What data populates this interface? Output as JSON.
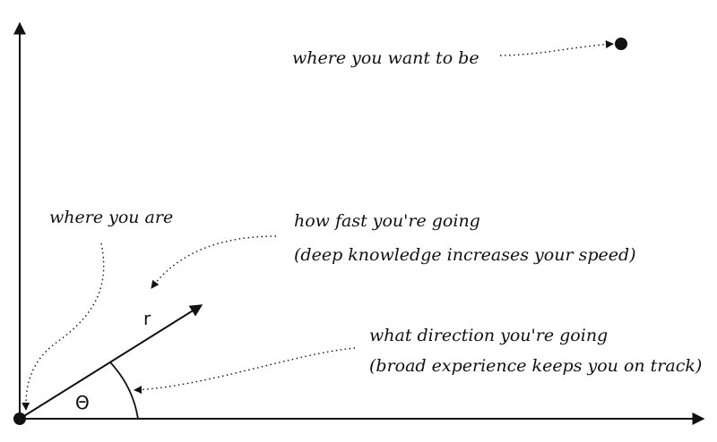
{
  "annotations": {
    "goal": "where you want to be",
    "current": "where you are",
    "speed_line1": "how fast you're going",
    "speed_line2": "(deep knowledge increases your speed)",
    "direction_line1": "what direction you're going",
    "direction_line2": "(broad experience keeps you on track)"
  },
  "symbols": {
    "magnitude": "r",
    "angle": "Θ"
  },
  "colors": {
    "ink": "#111111",
    "background": "#ffffff"
  }
}
